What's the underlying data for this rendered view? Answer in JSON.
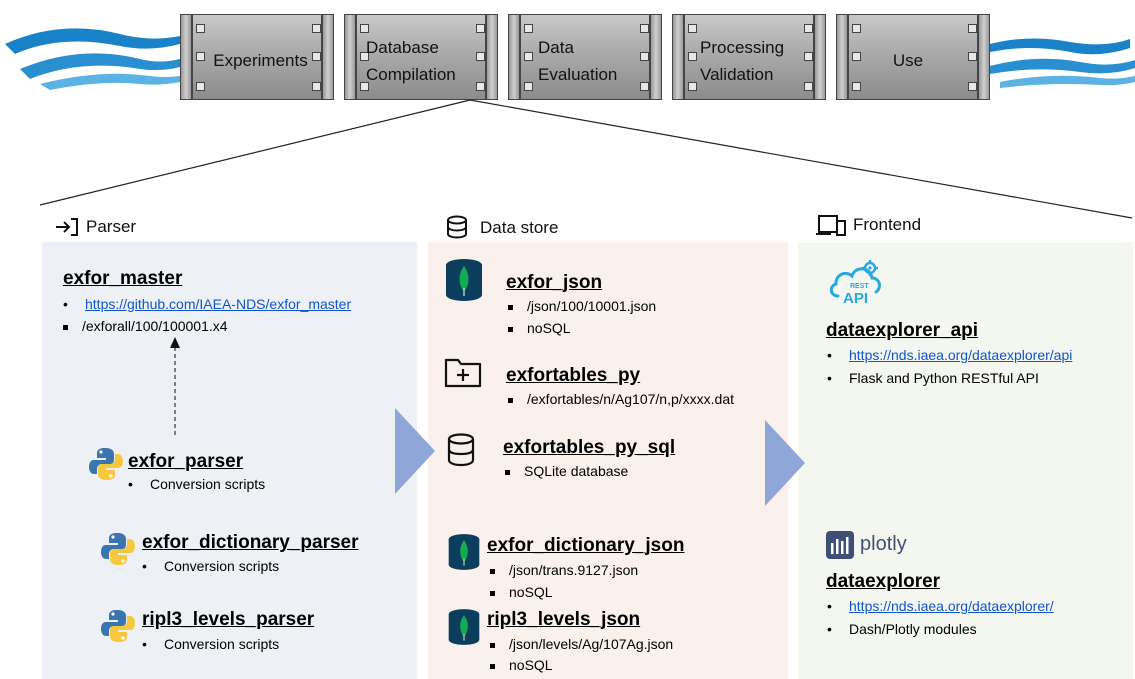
{
  "pipeline": {
    "stages": [
      "Experiments",
      "Database\nCompilation",
      "Data\nEvaluation",
      "Processing\nValidation",
      "Use"
    ]
  },
  "parser": {
    "title": "Parser",
    "icon": "login-arrow-icon",
    "bg": "#edf1f6",
    "exfor_master": {
      "title": "exfor_master",
      "link": "https://github.com/IAEA-NDS/exfor_master",
      "path": "/exforall/100/100001.x4"
    },
    "exfor_parser": {
      "title": "exfor_parser",
      "desc": "Conversion scripts"
    },
    "exfor_dictionary_parser": {
      "title": "exfor_dictionary_parser",
      "desc": "Conversion scripts"
    },
    "ripl3_levels_parser": {
      "title": "ripl3_levels_parser",
      "desc": "Conversion scripts"
    }
  },
  "datastore": {
    "title": "Data store",
    "icon": "database-icon",
    "bg": "#fbf1ec",
    "exfor_json": {
      "title": "exfor_json",
      "items": [
        "/json/100/10001.json",
        "noSQL"
      ]
    },
    "exfortables_py": {
      "title": "exfortables_py",
      "items": [
        "/exfortables/n/Ag107/n,p/xxxx.dat"
      ]
    },
    "exfortables_py_sql": {
      "title": "exfortables_py_sql",
      "items": [
        "SQLite database"
      ]
    },
    "exfor_dictionary_json": {
      "title": "exfor_dictionary_json",
      "items": [
        "/json/trans.9127.json",
        "noSQL"
      ]
    },
    "ripl3_levels_json": {
      "title": "ripl3_levels_json",
      "items": [
        "/json/levels/Ag/107Ag.json",
        "noSQL"
      ]
    }
  },
  "frontend": {
    "title": "Frontend",
    "icon": "devices-icon",
    "bg": "#f3f7ef",
    "api_logo": {
      "top": "REST",
      "bottom": "API"
    },
    "dataexplorer_api": {
      "title": "dataexplorer_api",
      "link": "https://nds.iaea.org/dataexplorer/api",
      "desc": "Flask and Python RESTful API"
    },
    "plotly_logo": "plotly",
    "dataexplorer": {
      "title": "dataexplorer",
      "link": "https://nds.iaea.org/dataexplorer/",
      "desc": "Dash/Plotly modules"
    }
  },
  "colors": {
    "link": "#1155cc",
    "arrow": "#8ea6d8",
    "wave": "#1a82c8",
    "mongo": "#13aa52",
    "python_blue": "#3a75b0",
    "python_yellow": "#f7c83e"
  }
}
